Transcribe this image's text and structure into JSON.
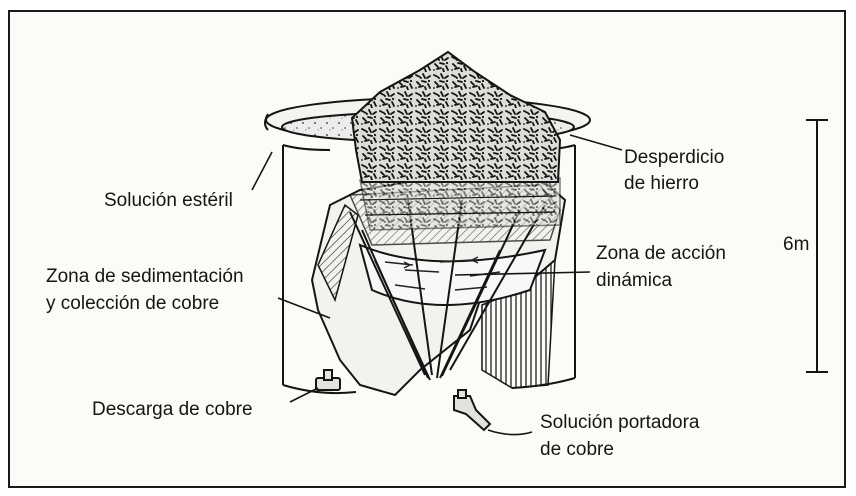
{
  "labels": {
    "solucion_esteril": "Solución estéril",
    "desperdicio_1": "Desperdicio",
    "desperdicio_2": "de hierro",
    "zona_sed_1": "Zona de sedimentación",
    "zona_sed_2": "y colección de cobre",
    "zona_acc_1": "Zona de acción",
    "zona_acc_2": "dinámica",
    "descarga": "Descarga de cobre",
    "portadora_1": "Solución portadora",
    "portadora_2": "de cobre",
    "altura": "6m"
  },
  "icons": [
    "tank-icon",
    "scrap-iron-pile-icon",
    "valve-icon",
    "height-scale-icon"
  ]
}
